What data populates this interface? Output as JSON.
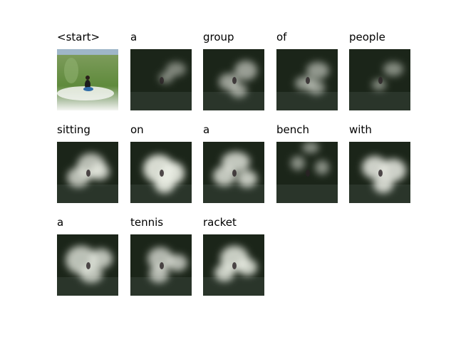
{
  "figure": {
    "cells": [
      {
        "word": "<start>",
        "kind": "original",
        "highlight_fraction": 0.0
      },
      {
        "word": "a",
        "kind": "attention",
        "highlight_fraction": 0.12
      },
      {
        "word": "group",
        "kind": "attention",
        "highlight_fraction": 0.25
      },
      {
        "word": "of",
        "kind": "attention",
        "highlight_fraction": 0.22
      },
      {
        "word": "people",
        "kind": "attention",
        "highlight_fraction": 0.15
      },
      {
        "word": "sitting",
        "kind": "attention",
        "highlight_fraction": 0.4
      },
      {
        "word": "on",
        "kind": "attention",
        "highlight_fraction": 0.55
      },
      {
        "word": "a",
        "kind": "attention",
        "highlight_fraction": 0.45
      },
      {
        "word": "bench",
        "kind": "attention",
        "highlight_fraction": 0.18
      },
      {
        "word": "with",
        "kind": "attention",
        "highlight_fraction": 0.5
      },
      {
        "word": "a",
        "kind": "attention",
        "highlight_fraction": 0.42
      },
      {
        "word": "tennis",
        "kind": "attention",
        "highlight_fraction": 0.38
      },
      {
        "word": "racket",
        "kind": "attention",
        "highlight_fraction": 0.48
      }
    ]
  },
  "colors": {
    "background": "#ffffff",
    "text": "#000000",
    "attention_dark": "#1b2519",
    "attention_glow": "#ecefe6",
    "wave_green": "#5f8a3c",
    "foam": "#f3f5f1",
    "sky": "#9fb6c8"
  }
}
